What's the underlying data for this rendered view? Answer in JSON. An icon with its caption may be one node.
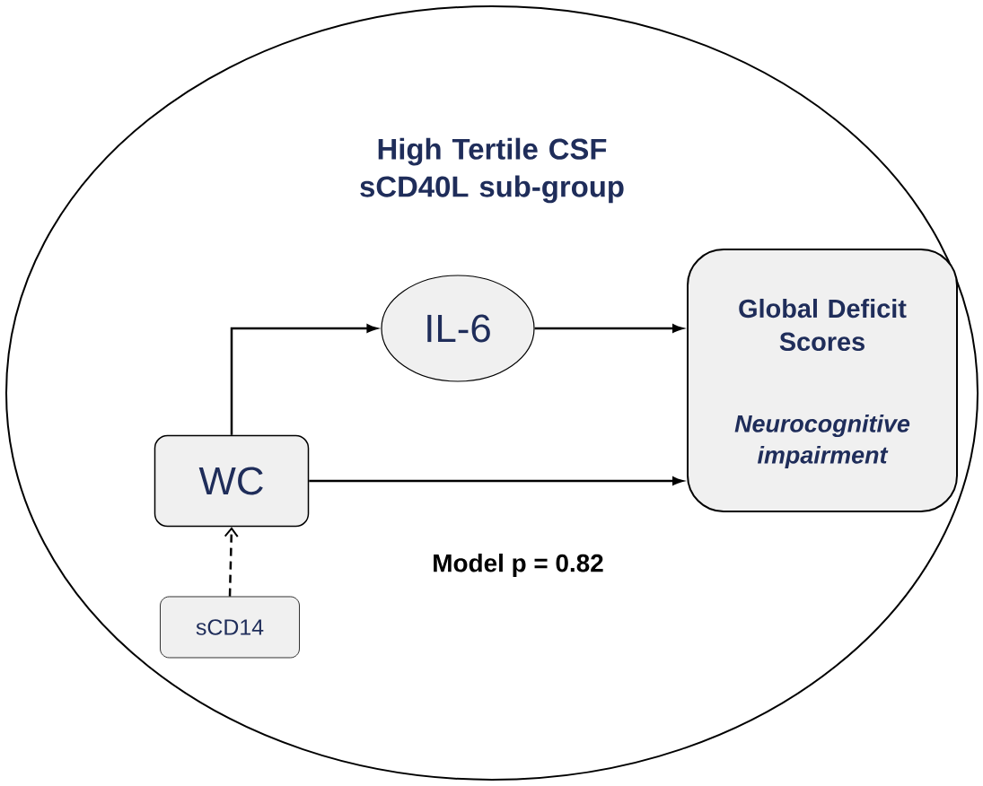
{
  "diagram": {
    "nodes": [
      {
        "text": [
          "High Tertile CSF sCD40L sub-group"
        ]
      },
      {
        "text": [
          "IL-6"
        ],
        "in": 0
      },
      {
        "text": [
          "Global Deficit Scores",
          "Neurocognitive impairment"
        ],
        "in": 0
      },
      {
        "text": [
          "WC"
        ],
        "in": 0
      },
      {
        "text": [
          "sCD14"
        ],
        "in": 0
      }
    ],
    "edges": [
      {
        "from": 3,
        "to": 1,
        "arrow": "to"
      },
      {
        "from": 1,
        "to": 2,
        "arrow": "to"
      },
      {
        "from": 3,
        "to": 2,
        "arrow": "to"
      },
      {
        "from": 4,
        "to": 3,
        "arrow": "to",
        "style": "dashed"
      }
    ],
    "labels": [
      "Model p = 0.82"
    ]
  }
}
